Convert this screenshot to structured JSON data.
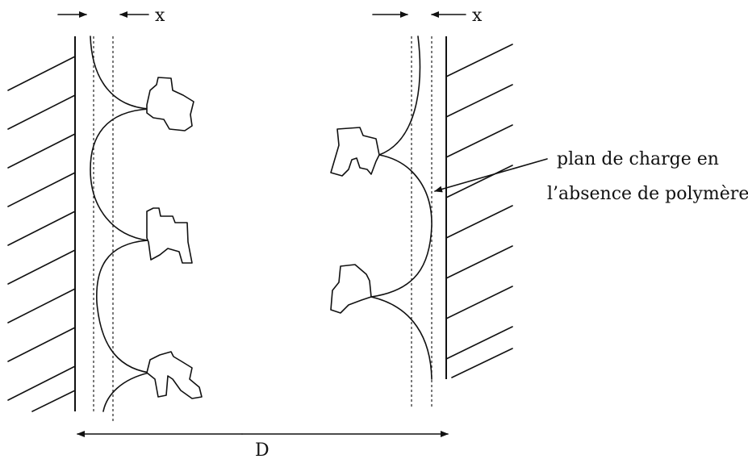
{
  "labels": {
    "x_left": "x",
    "x_right": "x",
    "annotation_line1": "plan de charge en",
    "annotation_line2": "l’absence de polymère",
    "distance": "D"
  }
}
